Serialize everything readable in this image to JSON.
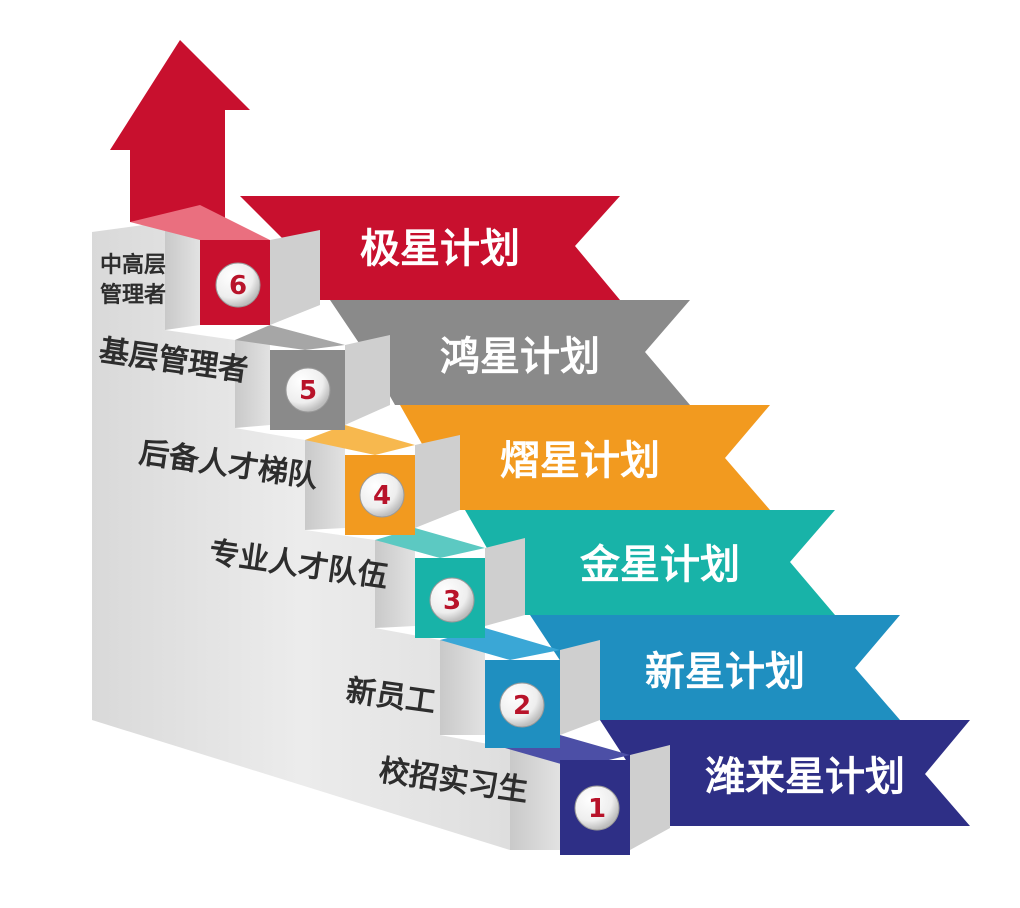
{
  "steps": [
    {
      "number": "1",
      "level": "校招实习生",
      "program": "潍来星计划",
      "color": "#2e2f86",
      "top_color": "#4c4fa6"
    },
    {
      "number": "2",
      "level": "新员工",
      "program": "新星计划",
      "color": "#1f8fc0",
      "top_color": "#3aa7d6"
    },
    {
      "number": "3",
      "level": "专业人才队伍",
      "program": "金星计划",
      "color": "#18b3a8",
      "top_color": "#5cc9c2"
    },
    {
      "number": "4",
      "level": "后备人才梯队",
      "program": "熠星计划",
      "color": "#f29a1f",
      "top_color": "#f7b84e"
    },
    {
      "number": "5",
      "level": "基层管理者",
      "program": "鸿星计划",
      "color": "#8a8a8a",
      "top_color": "#a6a6a6"
    },
    {
      "number": "6",
      "level_lines": [
        "中高层",
        "管理者"
      ],
      "program": "极星计划",
      "color": "#c8102e",
      "top_color": "#ea6f7f"
    }
  ],
  "arrow_color": "#c8102e"
}
